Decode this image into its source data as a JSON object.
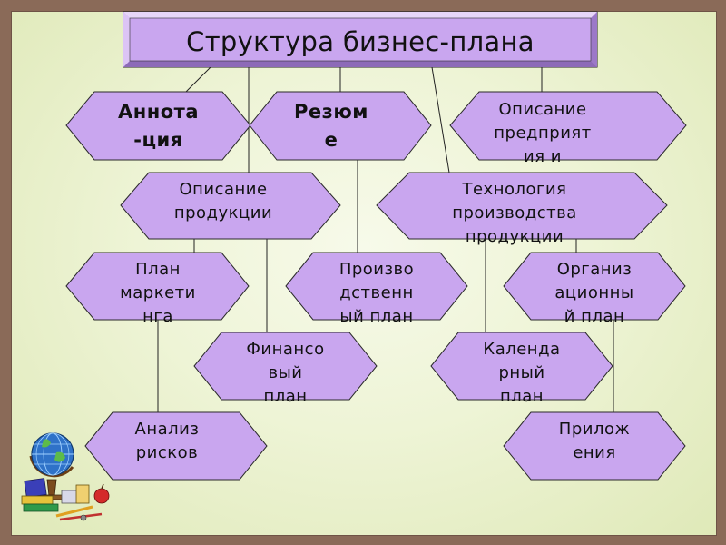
{
  "title": "Структура бизнес-плана",
  "colors": {
    "frame": "#8a6a58",
    "background": "#eef4d6",
    "node_fill": "#c9a6ef",
    "node_stroke": "#2a2a2a",
    "title_fill": "#c9a6ef",
    "title_bevel_light": "#e7d6f8",
    "title_bevel_dark": "#8d6ab8"
  },
  "nodes": {
    "annotation": "Аннота\n-ция",
    "resume": "Резюм\nе",
    "company_description": "Описание\nпредприят\nия и",
    "product_description": "Описание\nпродукции",
    "production_technology": "Технология\nпроизводства\nпродукции",
    "marketing_plan": "План\nмаркети\nнга",
    "production_plan": "Произво\nдственн\nый план",
    "organizational_plan": "Организ\nационны\nй план",
    "financial_plan": "Финансо\nвый\nплан",
    "calendar_plan": "Календа\nрный\nплан",
    "risk_analysis": "Анализ\nрисков",
    "appendices": "Прилож\nения"
  },
  "clipart": {
    "icon": "globe-books-clipart-icon"
  }
}
